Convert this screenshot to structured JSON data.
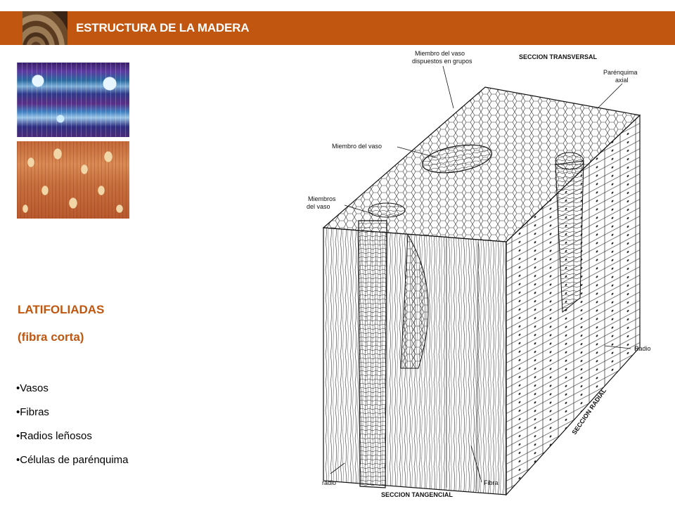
{
  "header": {
    "title": "ESTRUCTURA DE LA MADERA",
    "color": "#c0560f"
  },
  "images": {
    "micro_top": "micrograph-cross-section-blue",
    "micro_bottom": "micrograph-cross-section-orange",
    "header_thumb": "wood-rings-photo"
  },
  "content": {
    "heading": "LATIFOLIADAS",
    "subheading": "(fibra corta)",
    "accent_color": "#c0560f",
    "bullets": [
      "•Vasos",
      "•Fibras",
      "•Radios leñosos",
      "•Células de parénquima"
    ]
  },
  "diagram": {
    "labels": {
      "vessel_groups_1": "Miembro del vaso",
      "vessel_groups_2": "dispuestos en grupos",
      "transverse": "SECCION TRANSVERSAL",
      "parenchyma_1": "Parénquima",
      "parenchyma_2": "axial",
      "vessel_member": "Miembro del vaso",
      "vessel_members_1": "Miembros",
      "vessel_members_2": "del vaso",
      "ray": "Radio",
      "radial": "SECCION RADIAL",
      "ray_lower": "radio",
      "fiber": "Fibra",
      "tangential": "SECCION TANGENCIAL"
    }
  }
}
